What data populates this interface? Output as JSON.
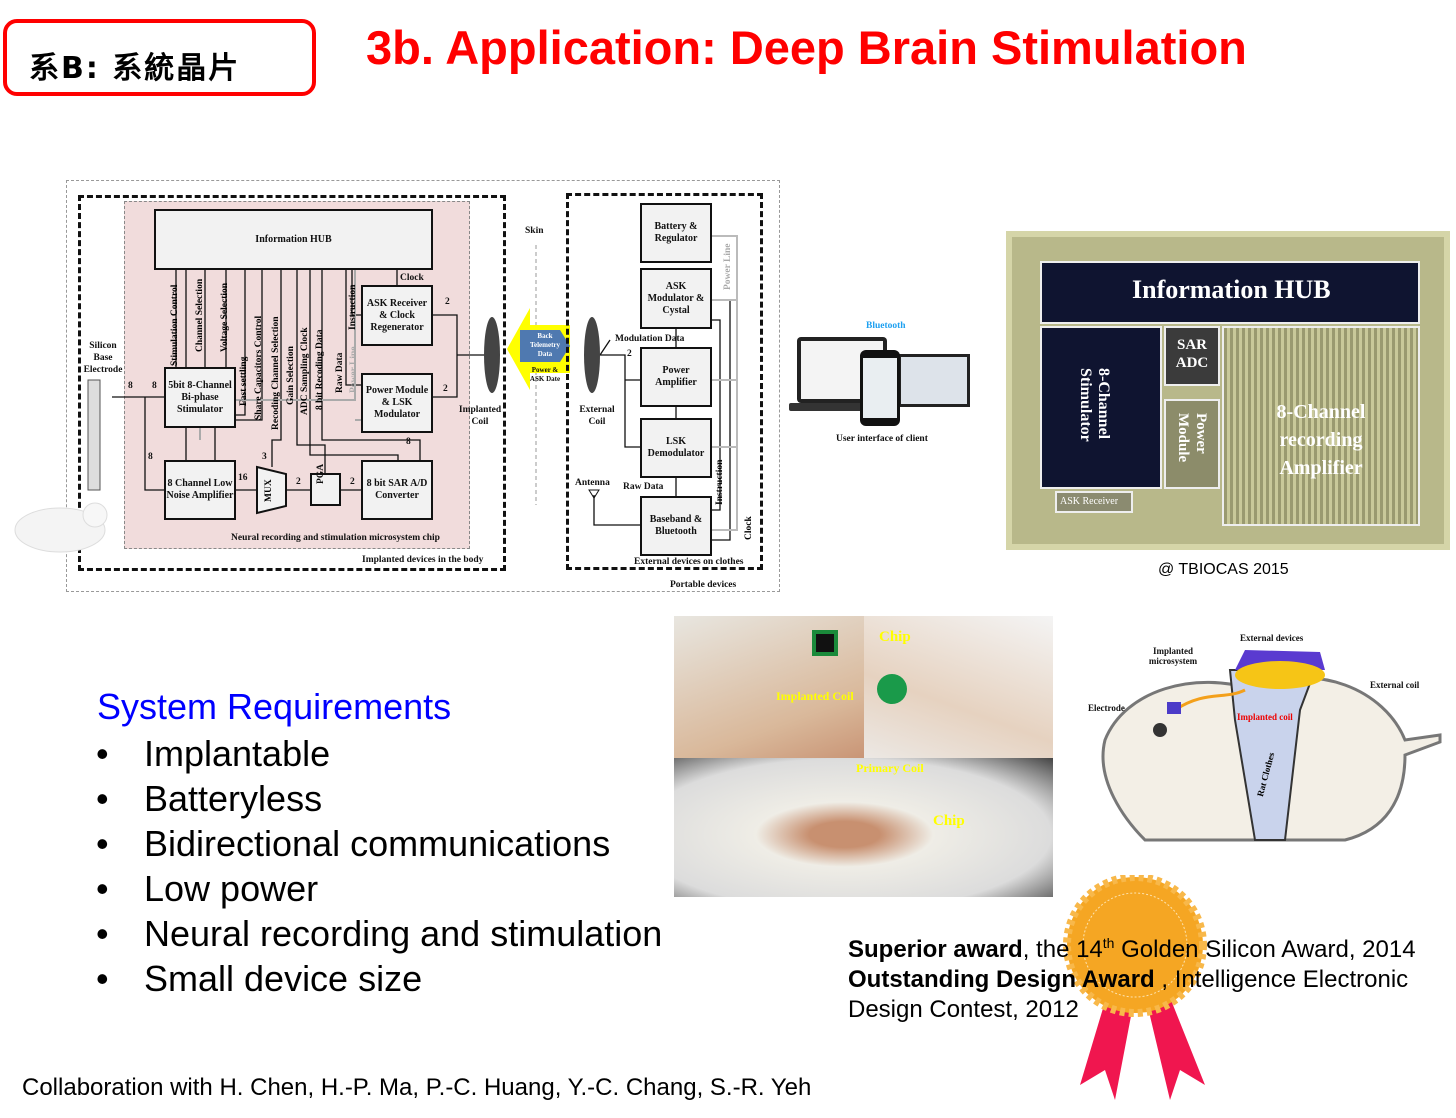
{
  "header": {
    "tag": "系B: 系統晶片",
    "title": "3b. Application: Deep Brain Stimulation"
  },
  "diagram": {
    "chip_blocks": {
      "hub": "Information HUB",
      "ask_rx": "ASK Receiver & Clock Regenerator",
      "power": "Power Module & LSK Modulator",
      "stim": "5bit 8-Channel Bi-phase Stimulator",
      "lna": "8 Channel Low Noise Amplifier",
      "mux": "MUX",
      "pga": "PGA",
      "adc": "8 bit SAR A/D Converter"
    },
    "signals": [
      "Stimulation Control",
      "Channel Selection",
      "Voltage Selection",
      "Fast settling",
      "Share Capacitors Control",
      "Recoding Channel Selection",
      "Gain Selection",
      "ADC Sampling Clock",
      "8 bit Recoding Data",
      "Raw Data",
      "Power Line",
      "Instruction"
    ],
    "clock": "Clock",
    "bus_widths": {
      "two": "2",
      "three": "3",
      "eight": "8",
      "sixteen": "16"
    },
    "electrode": "Silicon Base Electrode",
    "implanted_coil": "Implanted Coil",
    "chip_caption": "Neural recording and stimulation microsystem chip",
    "implanted_caption": "Implanted devices in the body",
    "skin": "Skin",
    "arrow_back": "Back Telemetry Data",
    "arrow_power": "Power & ASK Date",
    "ext_blocks": {
      "battery": "Battery & Regulator",
      "ask_mod": "ASK Modulator & Cystal",
      "pa": "Power Amplifier",
      "lsk": "LSK Demodulator",
      "bb": "Baseband & Bluetooth"
    },
    "ext_signals": {
      "mod": "Modulation Data",
      "raw": "Raw Data",
      "power_line": "Power Line",
      "instruction": "Instruction",
      "clock": "Clock"
    },
    "external_coil": "External Coil",
    "antenna": "Antenna",
    "ext_caption": "External devices on clothes",
    "portable_caption": "Portable devices",
    "bluetooth": "Bluetooth",
    "client": "User interface of client"
  },
  "die": {
    "hub": "Information HUB",
    "sar": "SAR ADC",
    "stim": "8-Channel Stimulator",
    "power": "Power Module",
    "rec": "8-Channel recording Amplifier",
    "ask": "ASK Receiver",
    "credit": "@ TBIOCAS 2015"
  },
  "photos": {
    "chip1": "Chip",
    "coil": "Implanted Coil",
    "primary": "Primary Coil",
    "chip2": "Chip"
  },
  "rat_drawing": {
    "ext_dev": "External devices",
    "implanted": "Implanted microsystem",
    "ext_coil": "External coil",
    "electrode": "Electrode",
    "impl_coil": "Implanted coil",
    "clothes": "Rat Clothes"
  },
  "requirements": {
    "heading": "System Requirements",
    "items": [
      "Implantable",
      "Batteryless",
      "Bidirectional communications",
      "Low power",
      "Neural recording and stimulation",
      "Small device size"
    ]
  },
  "awards": {
    "a1_bold": "Superior award",
    "a1_rest_pre": ", the 14",
    "a1_sup": "th",
    "a1_rest": " Golden Silicon Award, 2014",
    "a2_bold": "Outstanding Design Award",
    "a2_rest": " , Intelligence Electronic Design Contest, 2012"
  },
  "collab": "Collaboration with H. Chen, H.-P. Ma, P.-C. Huang, Y.-C. Chang, S.-R. Yeh",
  "colors": {
    "title": "#ff0000",
    "heading": "#0000ff",
    "chip_bg": "#f1dcdc",
    "arrow": "#ffff00",
    "medal": "#f5a623",
    "ribbon": "#f0164f"
  }
}
